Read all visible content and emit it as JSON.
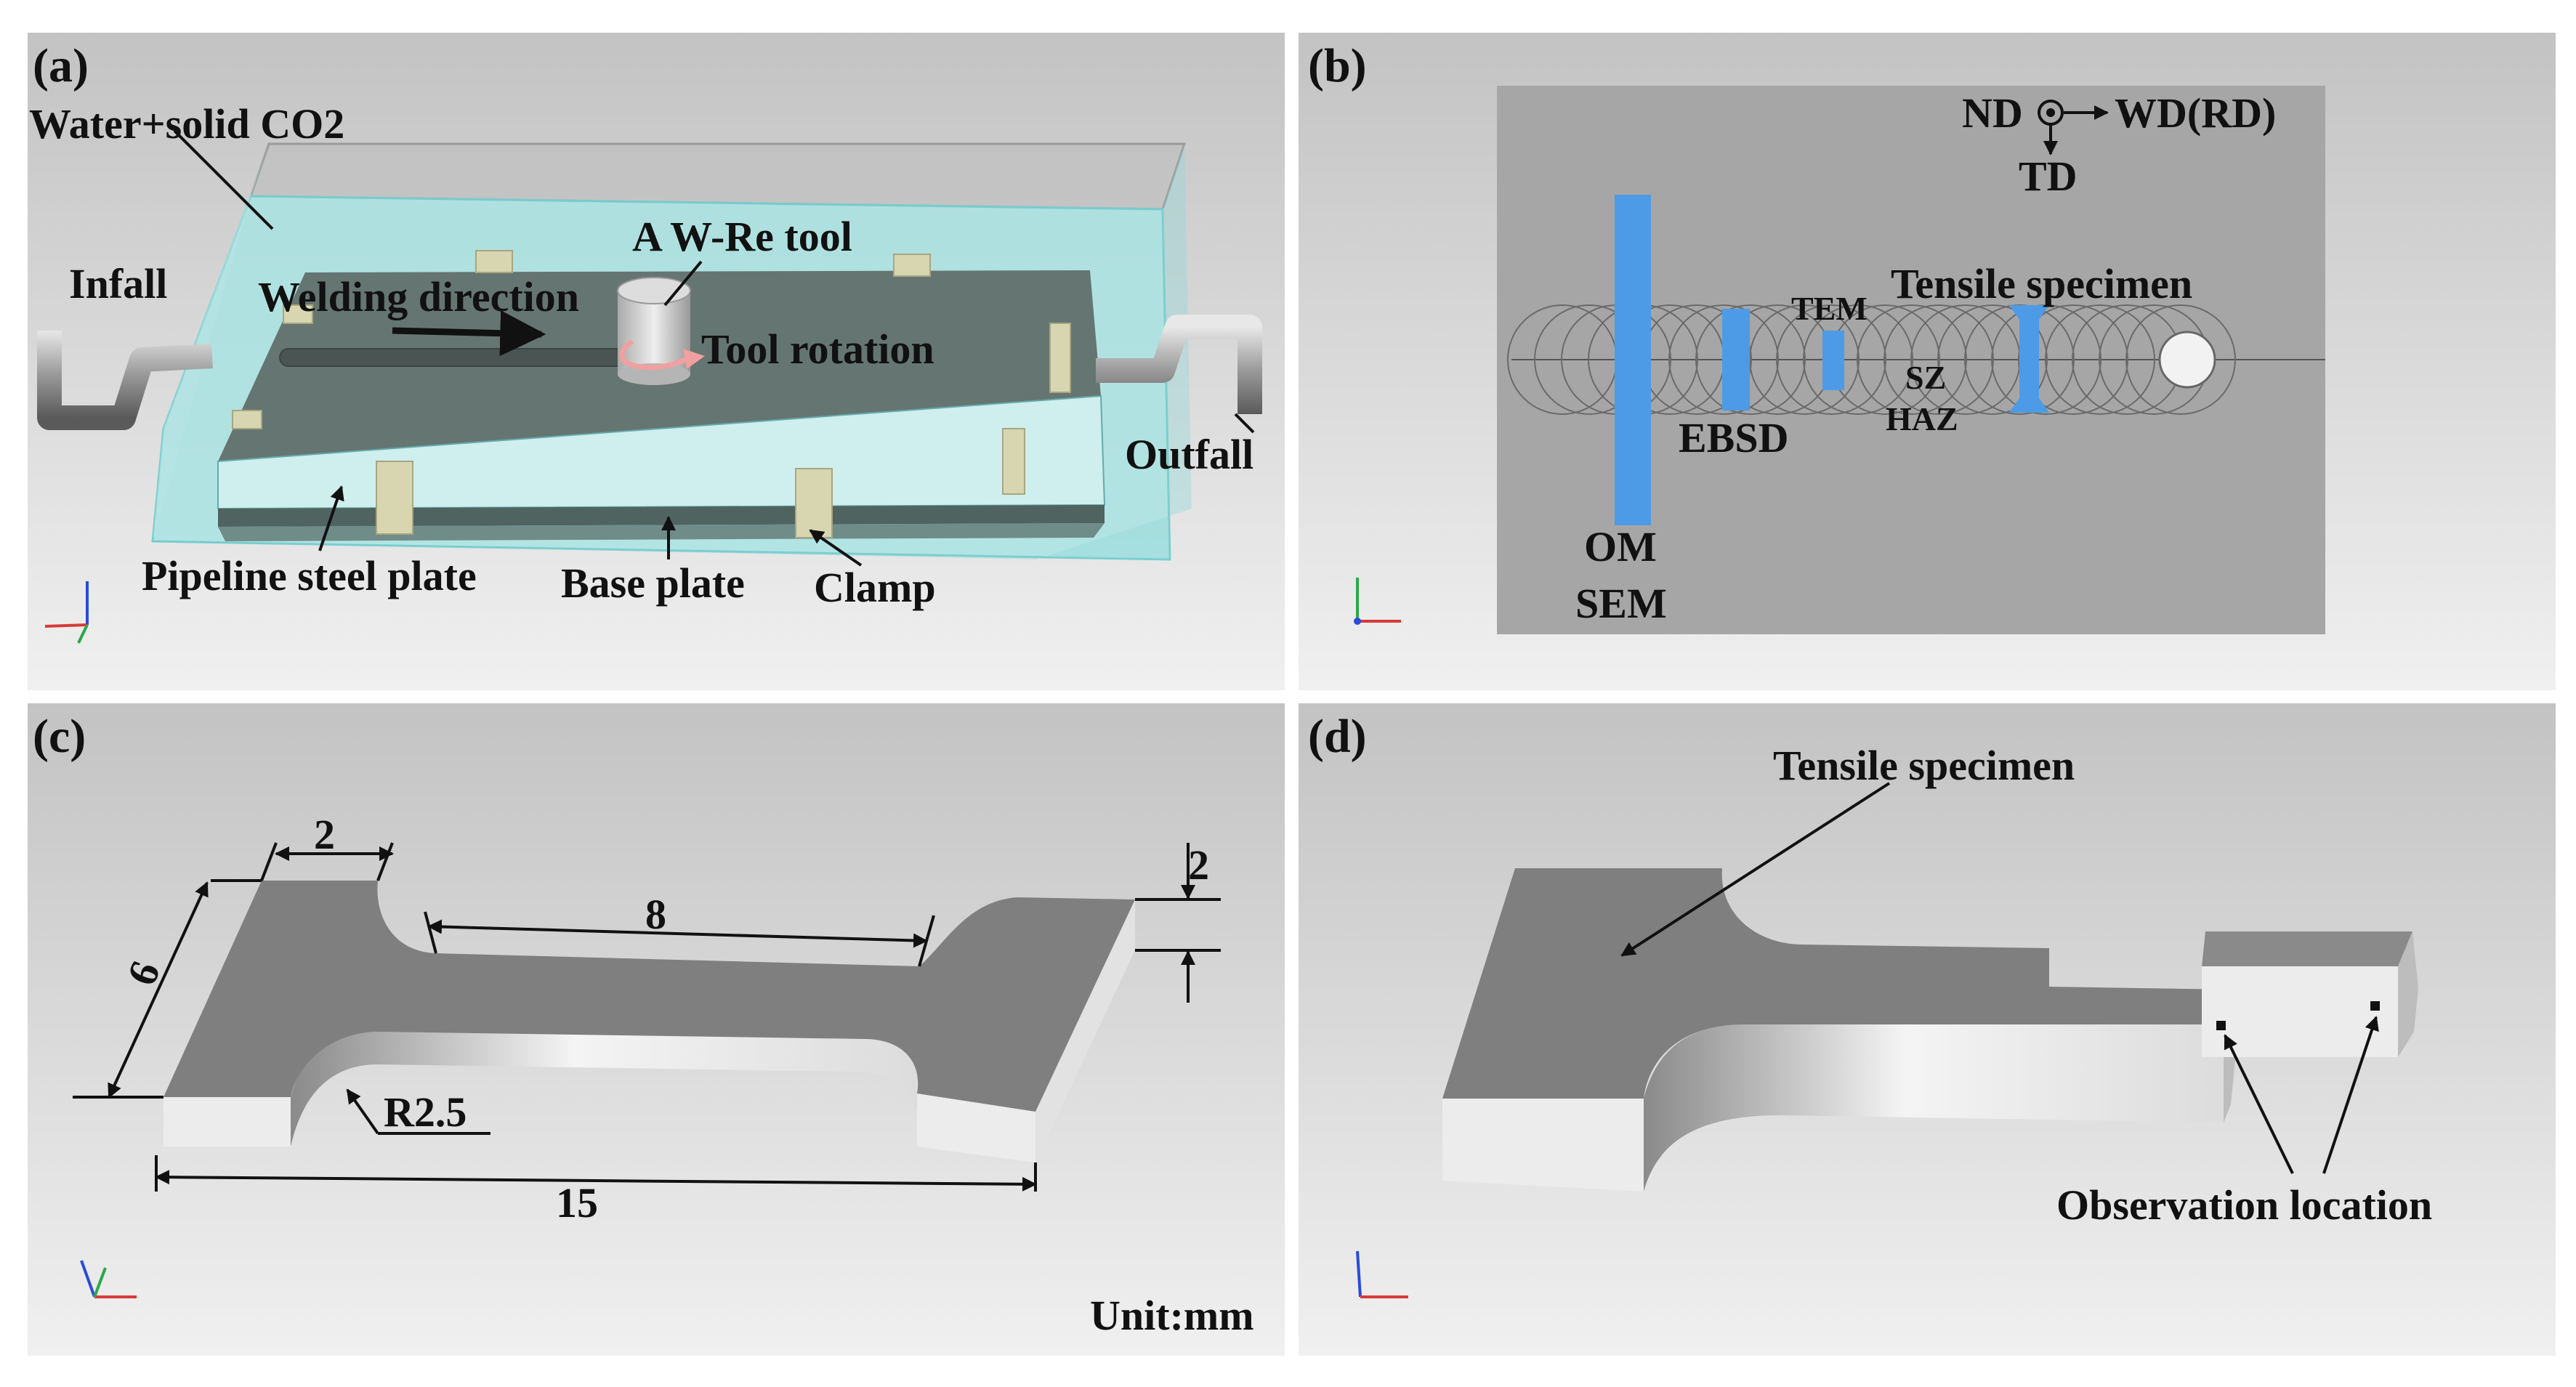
{
  "panel_a": {
    "tag": "(a)",
    "water": "Water+solid CO2",
    "tool": "A W-Re tool",
    "infall": "Infall",
    "welding_direction": "Welding direction",
    "tool_rotation": "Tool rotation",
    "outfall": "Outfall",
    "pipeline_plate": "Pipeline steel plate",
    "base_plate": "Base plate",
    "clamp": "Clamp"
  },
  "panel_b": {
    "tag": "(b)",
    "nd": "ND",
    "wd": "WD(RD)",
    "td": "TD",
    "tem": "TEM",
    "tensile": "Tensile specimen",
    "sz": "SZ",
    "haz": "HAZ",
    "ebsd": "EBSD",
    "om": "OM",
    "sem": "SEM"
  },
  "panel_c": {
    "tag": "(c)",
    "dim_width": "2",
    "dim_gauge": "8",
    "dim_thickness": "2",
    "dim_grip": "6",
    "dim_radius": "R2.5",
    "dim_length": "15",
    "unit": "Unit:mm"
  },
  "panel_d": {
    "tag": "(d)",
    "tensile": "Tensile specimen",
    "observation": "Observation location"
  },
  "colors": {
    "panel_bg_top": "#c4c4c4",
    "panel_bg_bottom": "#efefef",
    "water": "#a9e3e3",
    "plate": "#5f6f6b",
    "blue_marker": "#4d9be6",
    "specimen_top": "#7f7f7f"
  }
}
